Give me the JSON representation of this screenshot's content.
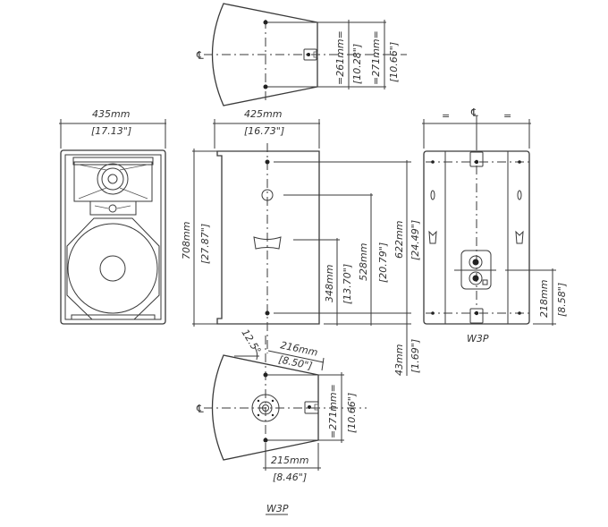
{
  "drawing": {
    "model": "W3P",
    "title_label": "W3P",
    "rear_view_label": "W3P",
    "centerline_symbol": "℄",
    "equal_symbol": "=",
    "top_view": {
      "inner_dim_mm": "261mm",
      "inner_dim_in": "[10.28\"]",
      "outer_dim_mm": "271mm",
      "outer_dim_in": "[10.66\"]"
    },
    "front_view": {
      "width_mm": "435mm",
      "width_in": "[17.13\"]"
    },
    "side_view": {
      "width_mm": "425mm",
      "width_in": "[16.73\"]",
      "height_mm": "708mm",
      "height_in": "[27.87\"]",
      "dim_348_mm": "348mm",
      "dim_348_in": "[13.70\"]",
      "dim_528_mm": "528mm",
      "dim_528_in": "[20.79\"]",
      "dim_622_mm": "622mm",
      "dim_622_in": "[24.49\"]",
      "dim_43_mm": "43mm",
      "dim_43_in": "[1.69\"]"
    },
    "rear_view": {
      "dim_218_mm": "218mm",
      "dim_218_in": "[8.58\"]"
    },
    "bottom_view": {
      "angle": "12.5°",
      "dim_216_mm": "216mm",
      "dim_216_in": "[8.50\"]",
      "dim_271_mm": "271mm",
      "dim_271_in": "[10.66\"]",
      "dim_215_mm": "215mm",
      "dim_215_in": "[8.46\"]"
    }
  }
}
